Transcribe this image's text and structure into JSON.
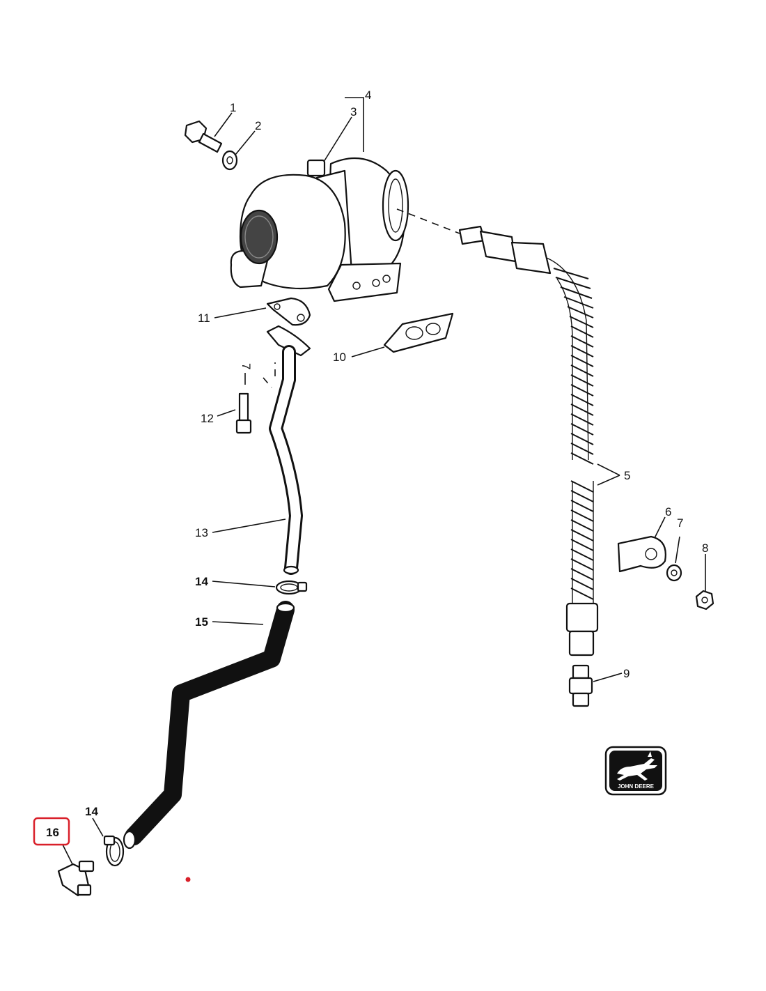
{
  "diagram": {
    "callouts": [
      {
        "id": "1",
        "text": "1"
      },
      {
        "id": "2",
        "text": "2"
      },
      {
        "id": "3",
        "text": "3"
      },
      {
        "id": "4",
        "text": "4"
      },
      {
        "id": "5",
        "text": "5"
      },
      {
        "id": "6",
        "text": "6"
      },
      {
        "id": "7a",
        "text": "7"
      },
      {
        "id": "7b",
        "text": "7"
      },
      {
        "id": "8",
        "text": "8"
      },
      {
        "id": "9",
        "text": "9"
      },
      {
        "id": "10",
        "text": "10"
      },
      {
        "id": "11",
        "text": "11"
      },
      {
        "id": "12",
        "text": "12"
      },
      {
        "id": "13",
        "text": "13"
      },
      {
        "id": "14a",
        "text": "14"
      },
      {
        "id": "14b",
        "text": "14"
      },
      {
        "id": "15",
        "text": "15"
      },
      {
        "id": "16",
        "text": "16"
      }
    ],
    "highlighted_callout": "16",
    "highlight_color": "#d9202a",
    "marker_color": "#d9202a"
  },
  "logo": {
    "brand_text": "JOHN DEERE",
    "icon": "leaping-deer-icon"
  }
}
